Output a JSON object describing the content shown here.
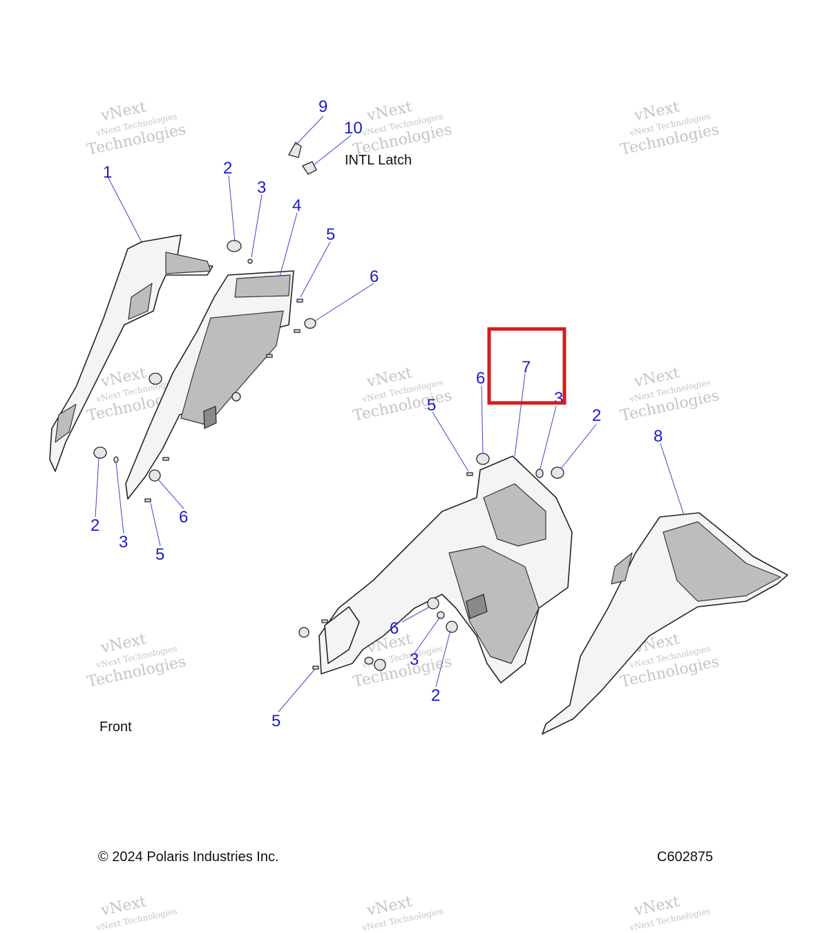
{
  "watermark": {
    "line1": "vNext",
    "line2": "vNext Technologies",
    "line3": "Technologies"
  },
  "labels": {
    "intl_latch": "INTL Latch",
    "front": "Front",
    "copyright": "© 2024 Polaris Industries Inc.",
    "figure_code": "C602875"
  },
  "callouts": {
    "c1": "1",
    "c2a": "2",
    "c3a": "3",
    "c4": "4",
    "c5a": "5",
    "c6a": "6",
    "c9": "9",
    "c10": "10",
    "c2b": "2",
    "c3b": "3",
    "c5b": "5",
    "c6b": "6",
    "c7": "7",
    "c5c": "5",
    "c6c": "6",
    "c3c": "3",
    "c2c": "2",
    "c8": "8",
    "c6d": "6",
    "c3d": "3",
    "c2d": "2",
    "c5d": "5"
  },
  "colors": {
    "callout": "#1a1acc",
    "highlight_box": "#d91a1a",
    "watermark": "#c4c4c4"
  }
}
